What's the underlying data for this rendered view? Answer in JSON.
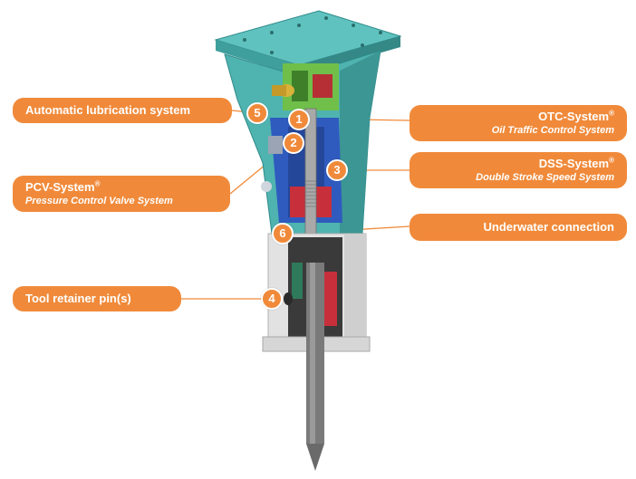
{
  "callouts": {
    "lubrication": {
      "title": "Automatic lubrication system"
    },
    "pcv": {
      "title": "PCV-System",
      "reg": "®",
      "subtitle": "Pressure Control Valve System"
    },
    "retainer": {
      "title": "Tool retainer pin(s)"
    },
    "otc": {
      "title": "OTC-System",
      "reg": "®",
      "subtitle": "Oil Traffic Control System"
    },
    "dss": {
      "title": "DSS-System",
      "reg": "®",
      "subtitle": "Double Stroke Speed System"
    },
    "underwater": {
      "title": "Underwater connection"
    }
  },
  "markers": {
    "m1": "1",
    "m2": "2",
    "m3": "3",
    "m4": "4",
    "m5": "5",
    "m6": "6"
  },
  "colors": {
    "accent": "#f08a3a",
    "housing": "#4fb3b0",
    "housing_dark": "#2f8b8a",
    "valve_green": "#6fbf4a",
    "chamber_blue": "#2f5bbf",
    "piston_red": "#c7303a",
    "steel": "#9c9c9c",
    "lower_housing": "#dcdcdc"
  }
}
